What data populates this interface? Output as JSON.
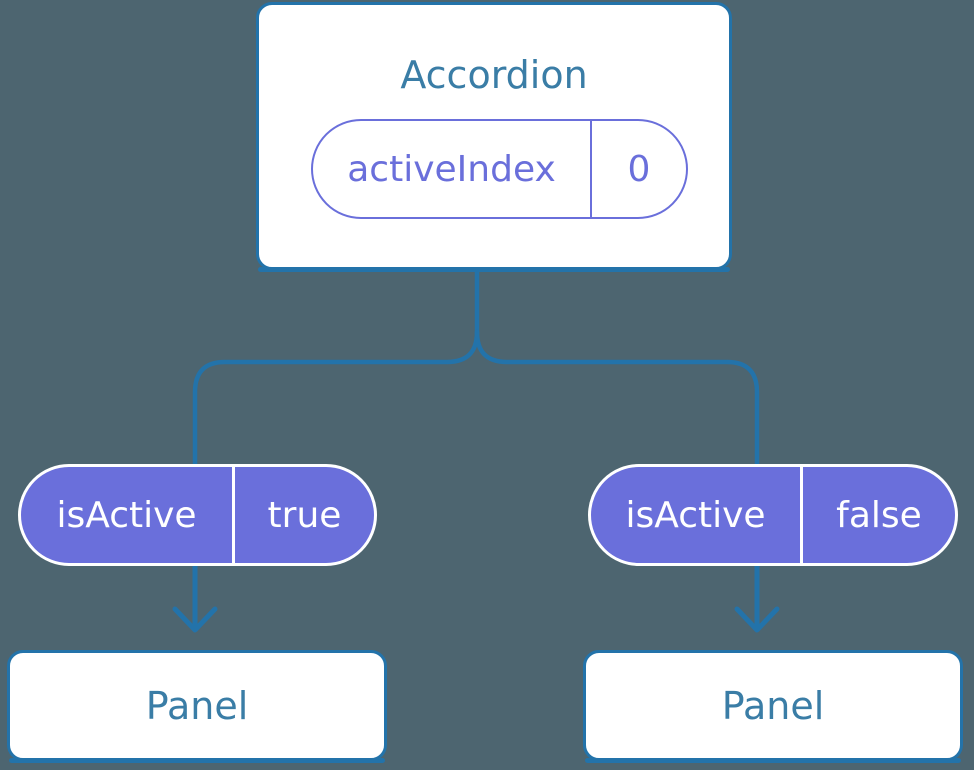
{
  "colors": {
    "bg": "#4d6570",
    "line": "#2373aa",
    "text": "#3a7da6",
    "purple": "#6a6fdb",
    "white": "#ffffff"
  },
  "diagram": {
    "parent": {
      "title": "Accordion",
      "state": {
        "name": "activeIndex",
        "value": "0"
      }
    },
    "children": [
      {
        "prop_name": "isActive",
        "prop_value": "true",
        "title": "Panel"
      },
      {
        "prop_name": "isActive",
        "prop_value": "false",
        "title": "Panel"
      }
    ]
  }
}
